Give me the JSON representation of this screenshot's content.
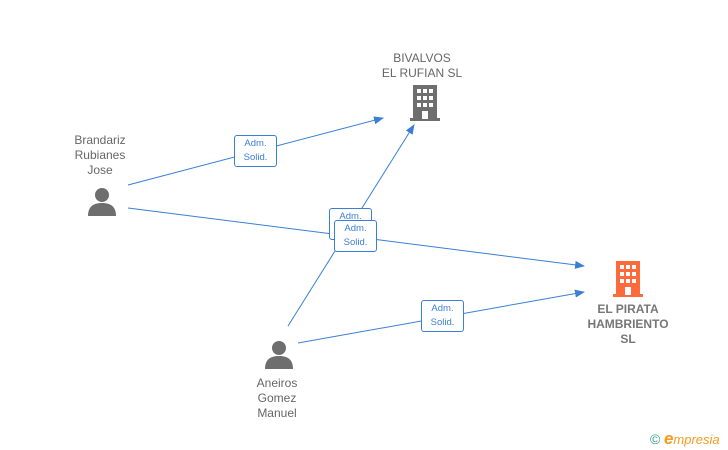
{
  "colors": {
    "edge": "#3a7fd5",
    "person": "#6e6e6e",
    "company": "#6e6e6e",
    "focus_company": "#ff6a3d",
    "brand_orange": "#f59a1d",
    "brand_teal": "#2f9e8f"
  },
  "nodes": {
    "bivalvos": {
      "label": "BIVALVOS\nEL RUFIAN  SL",
      "type": "company",
      "icon": "building-icon"
    },
    "pirata": {
      "label": "EL PIRATA\nHAMBRIENTO\nSL",
      "type": "company-focus",
      "icon": "building-icon"
    },
    "brandariz": {
      "label": "Brandariz\nRubianes\nJose",
      "type": "person",
      "icon": "person-icon"
    },
    "aneiros": {
      "label": "Aneiros\nGomez\nManuel",
      "type": "person",
      "icon": "person-icon"
    }
  },
  "edges": [
    {
      "from": "brandariz",
      "to": "bivalvos",
      "label": "Adm.\nSolid."
    },
    {
      "from": "brandariz",
      "to": "pirata",
      "label": "Adm.\nSolid."
    },
    {
      "from": "aneiros",
      "to": "bivalvos",
      "label": "Adm.\nSolid."
    },
    {
      "from": "aneiros",
      "to": "pirata",
      "label": "Adm.\nSolid."
    }
  ],
  "brand": {
    "copyright": "©",
    "e": "e",
    "rest": "mpresia"
  }
}
